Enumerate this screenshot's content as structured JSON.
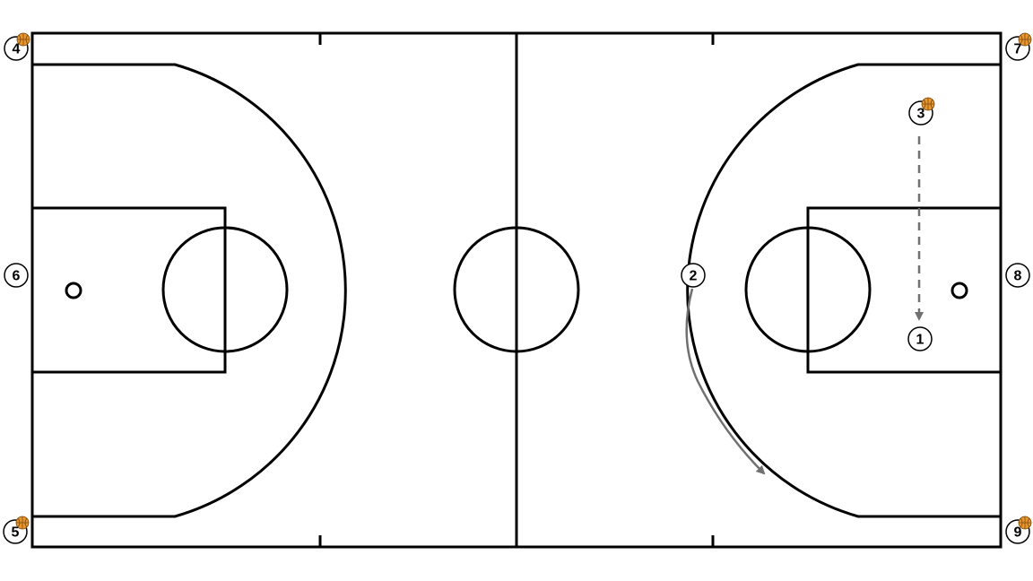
{
  "diagram": {
    "sport": "basketball",
    "court_color": "#ffffff",
    "line_color": "#000000",
    "ball_color": "#e8962e",
    "action_color": "#707070",
    "players": [
      {
        "id": "p1",
        "label": "1",
        "has_ball": false
      },
      {
        "id": "p2",
        "label": "2",
        "has_ball": false
      },
      {
        "id": "p3",
        "label": "3",
        "has_ball": true
      },
      {
        "id": "p4",
        "label": "4",
        "has_ball": true
      },
      {
        "id": "p5",
        "label": "5",
        "has_ball": true
      },
      {
        "id": "p6",
        "label": "6",
        "has_ball": false
      },
      {
        "id": "p7",
        "label": "7",
        "has_ball": true
      },
      {
        "id": "p8",
        "label": "8",
        "has_ball": false
      },
      {
        "id": "p9",
        "label": "9",
        "has_ball": true
      }
    ],
    "actions": [
      {
        "id": "a1",
        "type": "dribble-dashed",
        "from": "3",
        "to": "1"
      },
      {
        "id": "a2",
        "type": "cut-solid",
        "from": "2"
      }
    ]
  }
}
